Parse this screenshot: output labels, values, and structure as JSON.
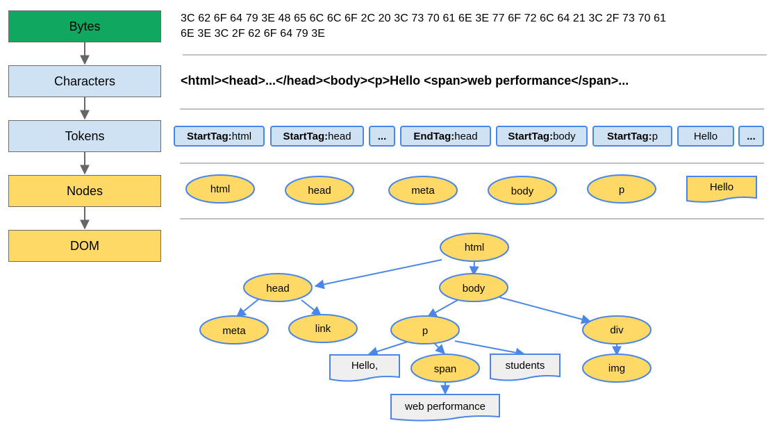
{
  "stages": {
    "bytes": "Bytes",
    "characters": "Characters",
    "tokens": "Tokens",
    "nodes": "Nodes",
    "dom": "DOM"
  },
  "bytes_line1": "3C 62 6F 64 79 3E 48 65 6C 6C 6F 2C 20 3C 73 70 61 6E 3E 77 6F 72 6C 64 21 3C 2F 73 70 61",
  "bytes_line2": "6E 3E 3C 2F 62 6F 64 79 3E",
  "characters": "<html><head>...</head><body><p>Hello <span>web performance</span>...",
  "tokens": [
    {
      "kind": "StartTag:",
      "name": " html"
    },
    {
      "kind": "StartTag:",
      "name": " head"
    },
    {
      "kind": "...",
      "name": ""
    },
    {
      "kind": "EndTag:",
      "name": " head"
    },
    {
      "kind": "StartTag:",
      "name": " body"
    },
    {
      "kind": "StartTag:",
      "name": " p"
    },
    {
      "kind": "",
      "name": "Hello"
    },
    {
      "kind": "...",
      "name": ""
    }
  ],
  "nodes": [
    "html",
    "head",
    "meta",
    "body",
    "p",
    "Hello"
  ],
  "tree": {
    "html": "html",
    "head": "head",
    "body": "body",
    "meta": "meta",
    "link": "link",
    "p": "p",
    "div": "div",
    "hello": "Hello,",
    "span": "span",
    "students": "students",
    "img": "img",
    "web_performance": "web performance"
  },
  "colors": {
    "bytes_fill": "#10a760",
    "blue_fill": "#cfe2f3",
    "yellow_fill": "#ffd966",
    "node_stroke": "#4a86e8",
    "text_node_fill": "#efefef"
  }
}
